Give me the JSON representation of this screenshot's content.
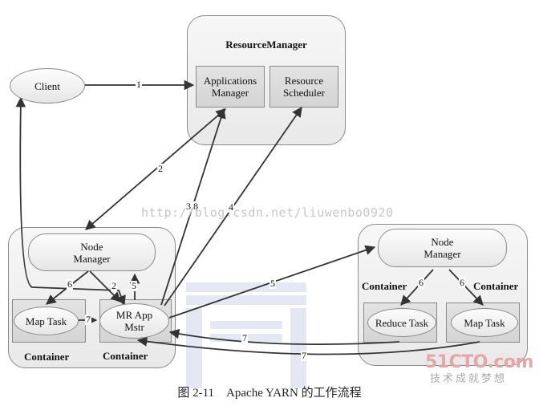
{
  "nodes": {
    "client": "Client",
    "resource_manager": "ResourceManager",
    "applications_manager": "Applications\nManager",
    "resource_scheduler": "Resource\nScheduler",
    "node_manager_left": "Node\nManager",
    "node_manager_right": "Node\nManager",
    "map_task_left": "Map Task",
    "mr_app_master": "MR App\nMstr",
    "reduce_task": "Reduce Task",
    "map_task_right": "Map Task",
    "container_left_1": "Container",
    "container_left_2": "Container",
    "container_right_1": "Container",
    "container_right_2": "Container"
  },
  "edge_labels": {
    "e1": "1",
    "e2": "2",
    "e38": "3,8",
    "e4": "4",
    "e5": "5",
    "e6l": "6",
    "e2l": "2",
    "e5l": "5",
    "e7l": "7",
    "e6r1": "6",
    "e6r2": "6",
    "e7a": "7",
    "e7b": "7"
  },
  "watermark": "http://blog.csdn.net/liuwenbo0920",
  "logo": {
    "brand": "51CTO.com",
    "tagline": "技术成就梦想"
  },
  "caption": "图 2-11    Apache YARN 的工作流程"
}
